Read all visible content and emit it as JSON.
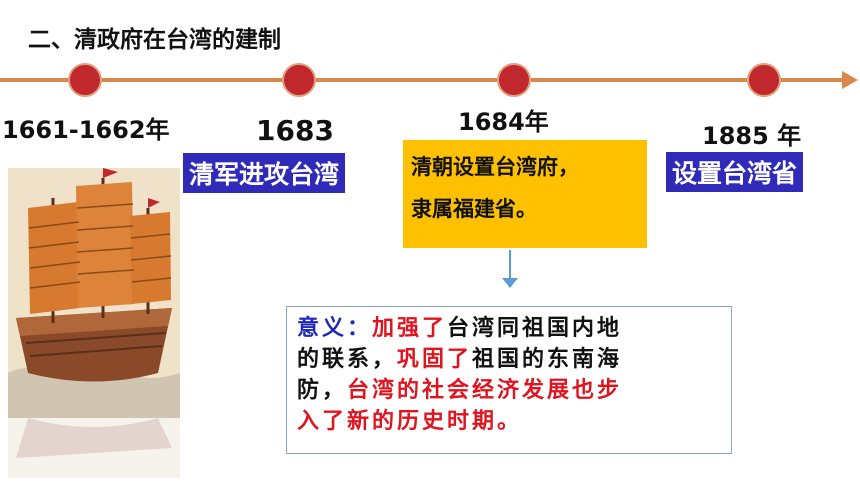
{
  "title": "二、清政府在台湾的建制",
  "timeline": [
    {
      "year": "1661-1662年",
      "event": ""
    },
    {
      "year": "1683",
      "event": "清军进攻台湾"
    },
    {
      "year": "1684年",
      "event_line1": "清朝设置台湾府，",
      "event_line2": "隶属福建省。"
    },
    {
      "year": "1885 年",
      "event": "设置台湾省"
    }
  ],
  "meaning": {
    "label": "意义：",
    "p1_red": "加强了",
    "p1_rest_a": "台湾同祖国内地",
    "p1_rest_b": "的联系，",
    "p2_red": "巩固了",
    "p2_rest_a": "祖国的东南海",
    "p2_rest_b": "防，",
    "p3_red_a": "台湾的社会经济发展也步",
    "p3_red_b": "入了新的历史时期。"
  },
  "colors": {
    "timeline": "#d98a4a",
    "node": "#c0282e",
    "event_blue": "#2f2ab8",
    "event_yellow": "#ffc000",
    "highlight_red": "#e0141e",
    "label_blue": "#1f28b8"
  },
  "images": {
    "ship": "ancient-chinese-junk-ship"
  }
}
